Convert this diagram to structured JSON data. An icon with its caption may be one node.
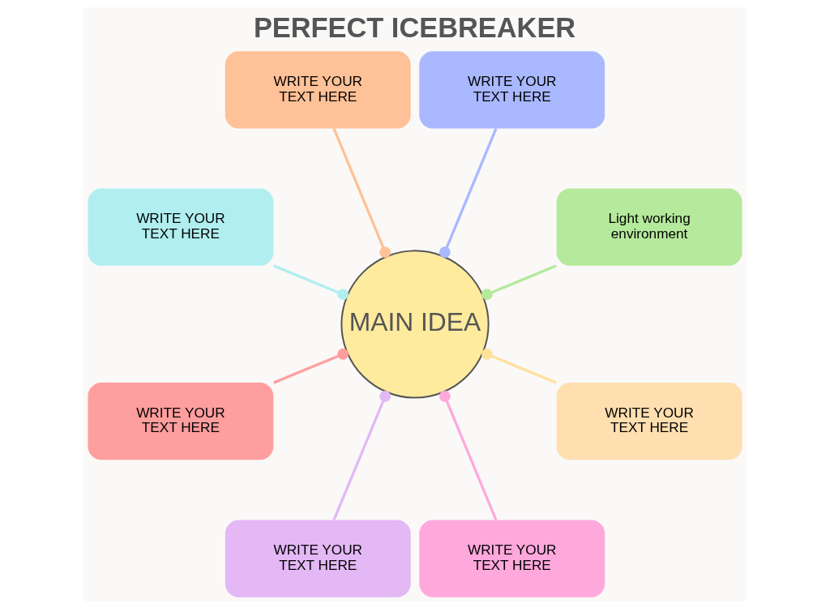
{
  "diagram": {
    "title": "PERFECT ICEBREAKER",
    "nodes": [
      {
        "text": [
          "MAIN IDEA"
        ]
      },
      {
        "text": [
          "Light working environment"
        ]
      },
      {
        "text": [
          "WRITE YOUR TEXT HERE"
        ]
      },
      {
        "text": [
          "WRITE YOUR TEXT HERE"
        ]
      },
      {
        "text": [
          "WRITE YOUR TEXT HERE"
        ]
      },
      {
        "text": [
          "WRITE YOUR TEXT HERE"
        ]
      },
      {
        "text": [
          "WRITE YOUR TEXT HERE"
        ]
      },
      {
        "text": [
          "WRITE YOUR TEXT HERE"
        ]
      },
      {
        "text": [
          "WRITE YOUR TEXT HERE"
        ]
      }
    ],
    "edges": [
      {
        "from": 0,
        "to": 1,
        "arrow": "other",
        "color": "#b5e99b"
      },
      {
        "from": 0,
        "to": 2,
        "arrow": "other",
        "color": "#a9b8ff"
      },
      {
        "from": 0,
        "to": 4,
        "arrow": "other",
        "color": "#b1eef0"
      },
      {
        "from": 0,
        "to": 6,
        "arrow": "other",
        "color": "#e3b8f5"
      },
      {
        "from": 0,
        "to": 8,
        "arrow": "other",
        "color": "#ffe19a"
      },
      {
        "from": 0,
        "to": 7,
        "arrow": "other",
        "color": "#ffa8dc"
      },
      {
        "from": 0,
        "to": 5,
        "arrow": "other",
        "color": "#ff9e9e"
      },
      {
        "from": 0,
        "to": 3,
        "arrow": "other",
        "color": "#ffc197"
      }
    ]
  }
}
